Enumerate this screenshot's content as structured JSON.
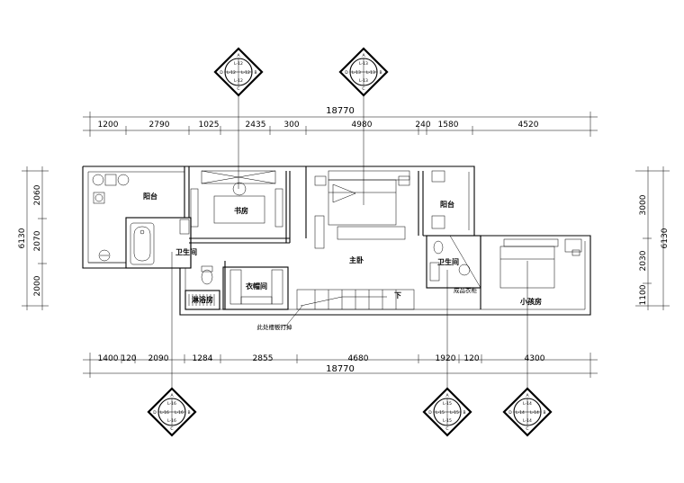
{
  "dimensions": {
    "top_total": "18770",
    "top_segments": [
      "1200",
      "2790",
      "1025",
      "2435",
      "300",
      "4980",
      "240",
      "1580",
      "4520"
    ],
    "bottom_total": "18770",
    "bottom_segments": [
      "1400",
      "120",
      "2090",
      "1284",
      "2855",
      "4680",
      "1920",
      "120",
      "4300"
    ],
    "left_total": "6130",
    "left_segments": [
      "2060",
      "2070",
      "2000"
    ],
    "right_total": "6130",
    "right_segments": [
      "3000",
      "2030",
      "1100"
    ]
  },
  "rooms": {
    "balcony_left": "阳台",
    "study": "书房",
    "bathroom_left": "卫生间",
    "master_bedroom": "主卧",
    "balcony_right": "阳台",
    "bathroom_right": "卫生间",
    "cloakroom": "衣帽间",
    "shower_room": "淋浴房",
    "kids_room": "小孩房",
    "wardrobe": "成品衣柜",
    "down_sign": "下"
  },
  "notes": {
    "floor_slab": "此处楼板打掉"
  },
  "elevation_markers": [
    {
      "top": "A",
      "left": "D",
      "right": "B",
      "bottom": "C",
      "codes": [
        "L-12",
        "L-12",
        "L-12",
        "L-12"
      ]
    },
    {
      "top": "A",
      "left": "D",
      "right": "B",
      "bottom": "C",
      "codes": [
        "L-13",
        "L-13",
        "L-13",
        "L-13"
      ]
    },
    {
      "top": "A",
      "left": "D",
      "right": "B",
      "bottom": "C",
      "codes": [
        "L-16",
        "L-16",
        "L-16",
        "L-16"
      ]
    },
    {
      "top": "A",
      "left": "D",
      "right": "B",
      "bottom": "C",
      "codes": [
        "L-15",
        "L-15",
        "L-15",
        "L-15"
      ]
    },
    {
      "top": "A",
      "left": "D",
      "right": "B",
      "bottom": "C",
      "codes": [
        "L-14",
        "L-14",
        "L-14",
        "L-14"
      ]
    }
  ]
}
